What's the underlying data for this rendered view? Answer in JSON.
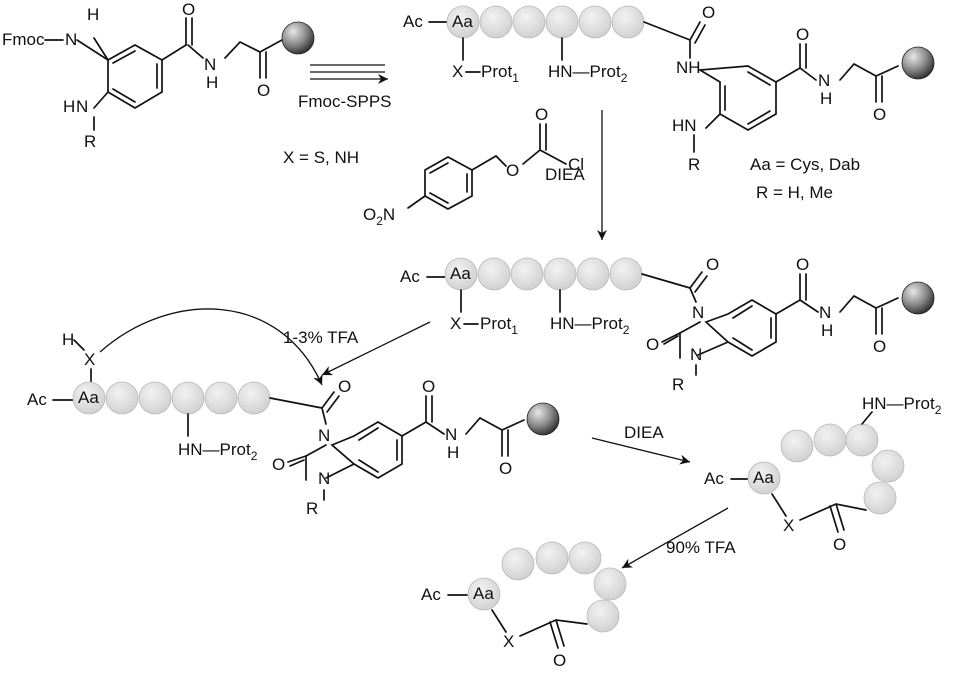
{
  "labels": {
    "fmoc": "Fmoc",
    "h": "H",
    "n": "N",
    "o": "O",
    "r": "R",
    "ac": "Ac",
    "aa": "Aa",
    "x": "X",
    "prot1": "Prot",
    "prot1_sub": "1",
    "hn_prot2": "HN—Prot",
    "prot2_sub": "2",
    "cl": "Cl",
    "no2": "O",
    "no2_sub": "2",
    "no2_n": "N"
  },
  "conditions": {
    "step1": "Fmoc-SPPS",
    "step2": "DIEA",
    "step3": "1-3% TFA",
    "step4": "DIEA",
    "step5": "90% TFA"
  },
  "legend": {
    "x_def": "X = S, NH",
    "aa_def": "Aa = Cys, Dab",
    "r_def": "R = H, Me"
  }
}
